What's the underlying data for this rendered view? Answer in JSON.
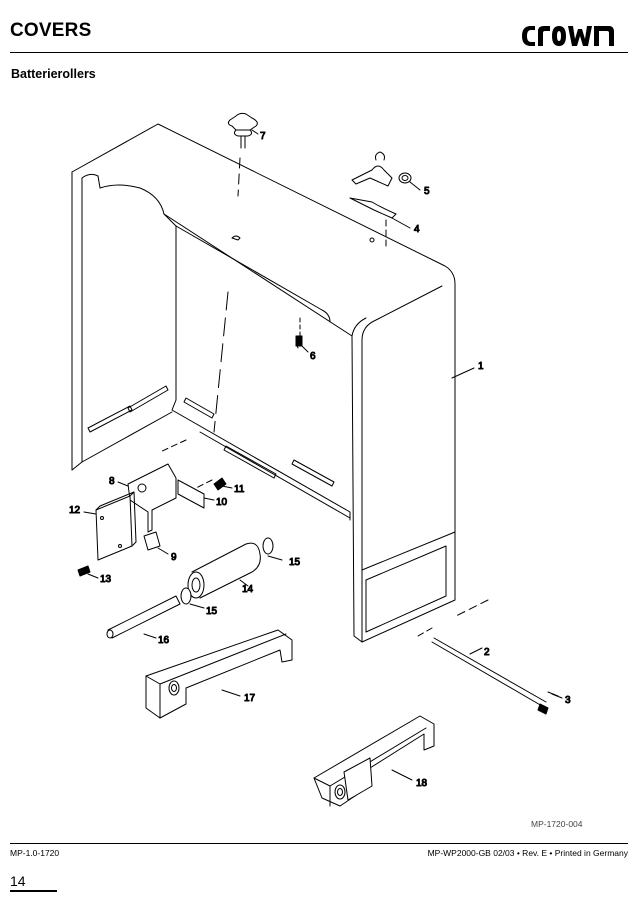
{
  "header": {
    "section_title": "COVERS",
    "brand": "CROWN"
  },
  "subtitle": "Batterierollers",
  "callouts": [
    "1",
    "2",
    "3",
    "4",
    "5",
    "6",
    "7",
    "8",
    "9",
    "10",
    "11",
    "12",
    "13",
    "14",
    "15",
    "15",
    "16",
    "17",
    "18"
  ],
  "figure_code": "MP-1720-004",
  "footer": {
    "left": "MP-1.0-1720",
    "right": "MP-WP2000-GB 02/03 • Rev. E • Printed in Germany"
  },
  "page_number": "14"
}
